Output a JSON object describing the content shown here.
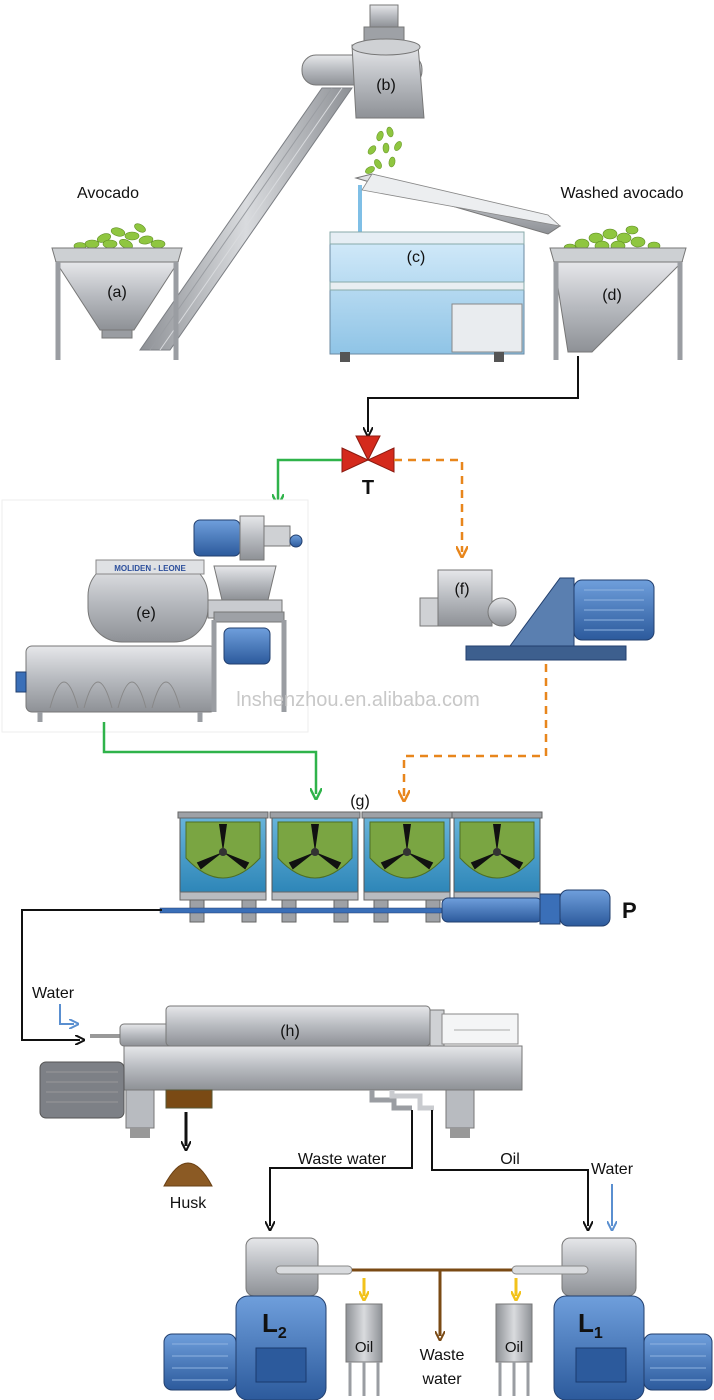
{
  "labels": {
    "avocado": "Avocado",
    "washed_avocado": "Washed avocado",
    "a": "(a)",
    "b": "(b)",
    "c": "(c)",
    "d": "(d)",
    "e": "(e)",
    "f": "(f)",
    "g": "(g)",
    "h": "(h)",
    "t": "T",
    "p": "P",
    "water_in": "Water",
    "water_l1": "Water",
    "husk": "Husk",
    "waste_water_line": "Waste water",
    "oil_line": "Oil",
    "oil_left": "Oil",
    "oil_right": "Oil",
    "waste_water_bottom_1": "Waste",
    "waste_water_bottom_2": "water",
    "l2_letter": "L",
    "l2_sub": "2",
    "l1_letter": "L",
    "l1_sub": "1",
    "watermark": "lnshenzhou.en.alibaba.com",
    "machine_brand": "MOLIDEN - LEONE"
  },
  "colors": {
    "machine_grey": "#b9bcc1",
    "tank_blue": "#a8d3ee",
    "motor_blue": "#3a6fb8",
    "avocado_green": "#8fc640",
    "pulp_green": "#7aa542",
    "valve_red": "#d42a1c",
    "route_green": "#2fb34a",
    "route_orange": "#e8861c",
    "waste_brown": "#7a4a14",
    "oil_yellow": "#f2c21b",
    "water_blue": "#5a8fd0",
    "husk_brown": "#8b5a24"
  }
}
